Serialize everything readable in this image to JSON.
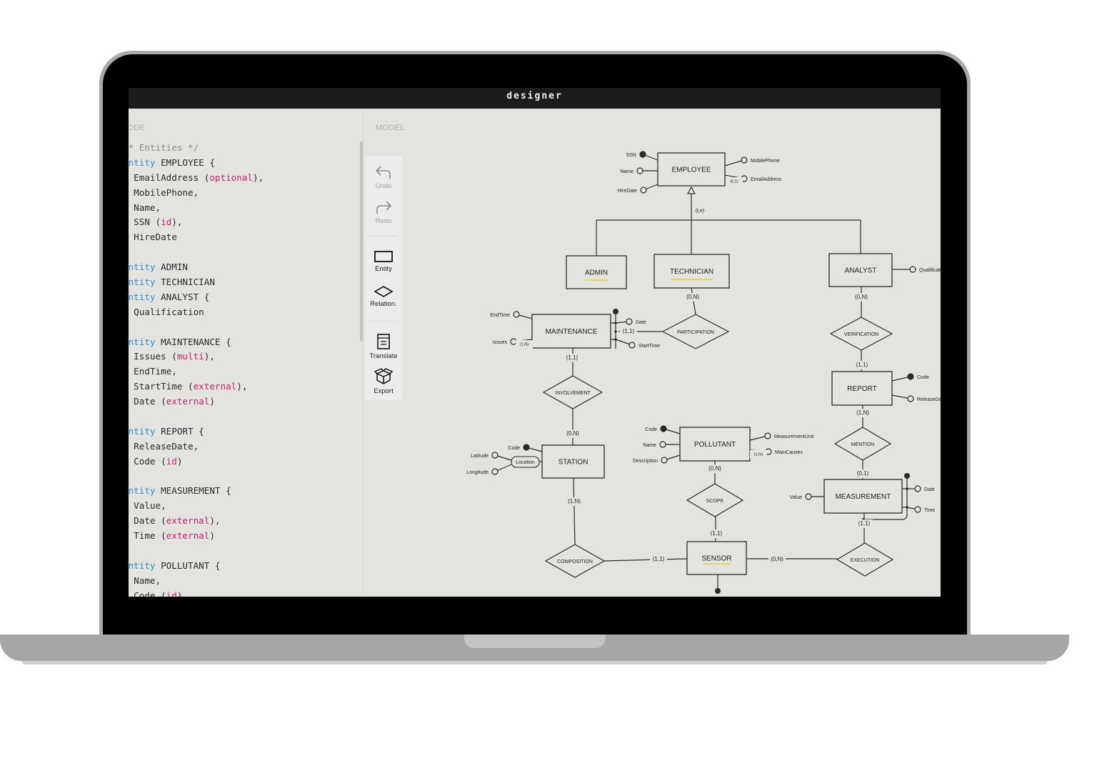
{
  "app": {
    "title": "designer"
  },
  "code_panel": {
    "label": "CODE",
    "lines": [
      [
        [
          "cm",
          "/* Entities */"
        ]
      ],
      [
        [
          "kw",
          "Entity"
        ],
        [
          "tx",
          " EMPLOYEE {"
        ]
      ],
      [
        [
          "tx",
          "  EmailAddress ("
        ],
        [
          "mod",
          "optional"
        ],
        [
          "tx",
          "),"
        ]
      ],
      [
        [
          "tx",
          "  MobilePhone,"
        ]
      ],
      [
        [
          "tx",
          "  Name,"
        ]
      ],
      [
        [
          "tx",
          "  SSN ("
        ],
        [
          "mod",
          "id"
        ],
        [
          "tx",
          "),"
        ]
      ],
      [
        [
          "tx",
          "  HireDate"
        ]
      ],
      [
        [
          "tx",
          ""
        ]
      ],
      [
        [
          "kw",
          "Entity"
        ],
        [
          "tx",
          " ADMIN"
        ]
      ],
      [
        [
          "kw",
          "Entity"
        ],
        [
          "tx",
          " TECHNICIAN"
        ]
      ],
      [
        [
          "kw",
          "Entity"
        ],
        [
          "tx",
          " ANALYST {"
        ]
      ],
      [
        [
          "tx",
          "  Qualification"
        ]
      ],
      [
        [
          "tx",
          ""
        ]
      ],
      [
        [
          "kw",
          "Entity"
        ],
        [
          "tx",
          " MAINTENANCE {"
        ]
      ],
      [
        [
          "tx",
          "  Issues ("
        ],
        [
          "mod",
          "multi"
        ],
        [
          "tx",
          "),"
        ]
      ],
      [
        [
          "tx",
          "  EndTime,"
        ]
      ],
      [
        [
          "tx",
          "  StartTime ("
        ],
        [
          "mod",
          "external"
        ],
        [
          "tx",
          "),"
        ]
      ],
      [
        [
          "tx",
          "  Date ("
        ],
        [
          "mod",
          "external"
        ],
        [
          "tx",
          ")"
        ]
      ],
      [
        [
          "tx",
          ""
        ]
      ],
      [
        [
          "kw",
          "Entity"
        ],
        [
          "tx",
          " REPORT {"
        ]
      ],
      [
        [
          "tx",
          "  ReleaseDate,"
        ]
      ],
      [
        [
          "tx",
          "  Code ("
        ],
        [
          "mod",
          "id"
        ],
        [
          "tx",
          ")"
        ]
      ],
      [
        [
          "tx",
          ""
        ]
      ],
      [
        [
          "kw",
          "Entity"
        ],
        [
          "tx",
          " MEASUREMENT {"
        ]
      ],
      [
        [
          "tx",
          "  Value,"
        ]
      ],
      [
        [
          "tx",
          "  Date ("
        ],
        [
          "mod",
          "external"
        ],
        [
          "tx",
          "),"
        ]
      ],
      [
        [
          "tx",
          "  Time ("
        ],
        [
          "mod",
          "external"
        ],
        [
          "tx",
          ")"
        ]
      ],
      [
        [
          "tx",
          ""
        ]
      ],
      [
        [
          "kw",
          "Entity"
        ],
        [
          "tx",
          " POLLUTANT {"
        ]
      ],
      [
        [
          "tx",
          "  Name,"
        ]
      ],
      [
        [
          "tx",
          "  Code ("
        ],
        [
          "mod",
          "id"
        ],
        [
          "tx",
          ")"
        ]
      ]
    ]
  },
  "model_panel": {
    "label": "MODEL"
  },
  "toolbar": {
    "undo": "Undo",
    "redo": "Redo",
    "entity": "Entity",
    "relation": "Relation.",
    "translate": "Translate",
    "export": "Export"
  },
  "diagram": {
    "entities": [
      "EMPLOYEE",
      "ADMIN",
      "TECHNICIAN",
      "ANALYST",
      "MAINTENANCE",
      "REPORT",
      "STATION",
      "POLLUTANT",
      "MEASUREMENT",
      "SENSOR"
    ],
    "relations": [
      "PARTICIPATION",
      "VERIFICATION",
      "INVOLVEMENT",
      "MENTION",
      "SCOPE",
      "COMPOSITION",
      "EXECUTION"
    ],
    "attributes": [
      "SSN",
      "Name",
      "HireDate",
      "MobilePhone",
      "EmailAddress",
      "Qualification",
      "EndTime",
      "Issues",
      "Date",
      "StartTime",
      "Code",
      "ReleaseDate",
      "Code",
      "Latitude",
      "Longitude",
      "Code",
      "Name",
      "Description",
      "MeasurementUnit",
      "MainCauses",
      "Value",
      "Date",
      "Time"
    ],
    "composite_attributes": [
      "Location"
    ],
    "generalization": "(t,e)",
    "cardinalities": [
      "(0,1)",
      "(1,N)",
      "(1,1)",
      "(0,N)",
      "(0,N)",
      "(1,1)",
      "(1,1)",
      "(0,N)",
      "(1,N)",
      "(0,1)",
      "(0,N)",
      "(1,1)",
      "(1,N)",
      "(1,1)",
      "(0,N)",
      "(1,1)",
      "(1,N)"
    ],
    "colors": {
      "line": "#2a2a2a",
      "highlight": "#d9c91e"
    }
  }
}
